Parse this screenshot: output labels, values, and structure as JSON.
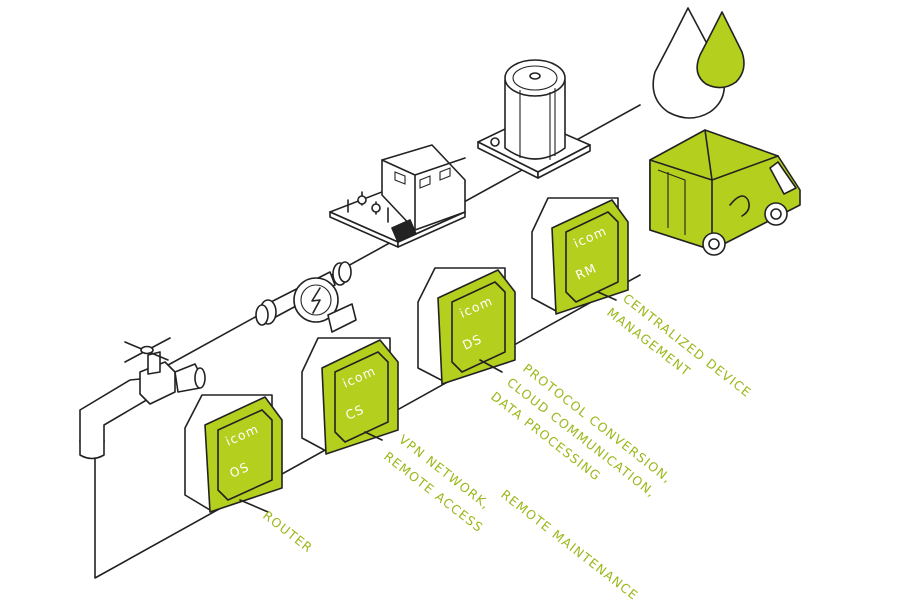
{
  "colors": {
    "accent": "#b5cf1f",
    "line": "#222222",
    "label": "#9ab81a",
    "background": "#ffffff"
  },
  "modules": [
    {
      "brand": "icom",
      "code": "OS"
    },
    {
      "brand": "icom",
      "code": "CS"
    },
    {
      "brand": "icom",
      "code": "DS"
    },
    {
      "brand": "icom",
      "code": "RM"
    }
  ],
  "labels": {
    "router": "ROUTER",
    "vpn_line1": "VPN NETWORK,",
    "vpn_line2": "REMOTE ACCESS",
    "maintenance": "REMOTE MAINTENANCE,",
    "protocol_line1": "PROTOCOL CONVERSION,",
    "protocol_line2": "CLOUD COMMUNICATION,",
    "protocol_line3": "DATA PROCESSING",
    "cdm_line1": "CENTRALIZED DEVICE",
    "cdm_line2": "MANAGEMENT"
  },
  "icons": [
    "water-tap-icon",
    "flow-meter-icon",
    "control-panel-icon",
    "storage-tank-icon",
    "service-van-icon",
    "water-drop-icon"
  ]
}
